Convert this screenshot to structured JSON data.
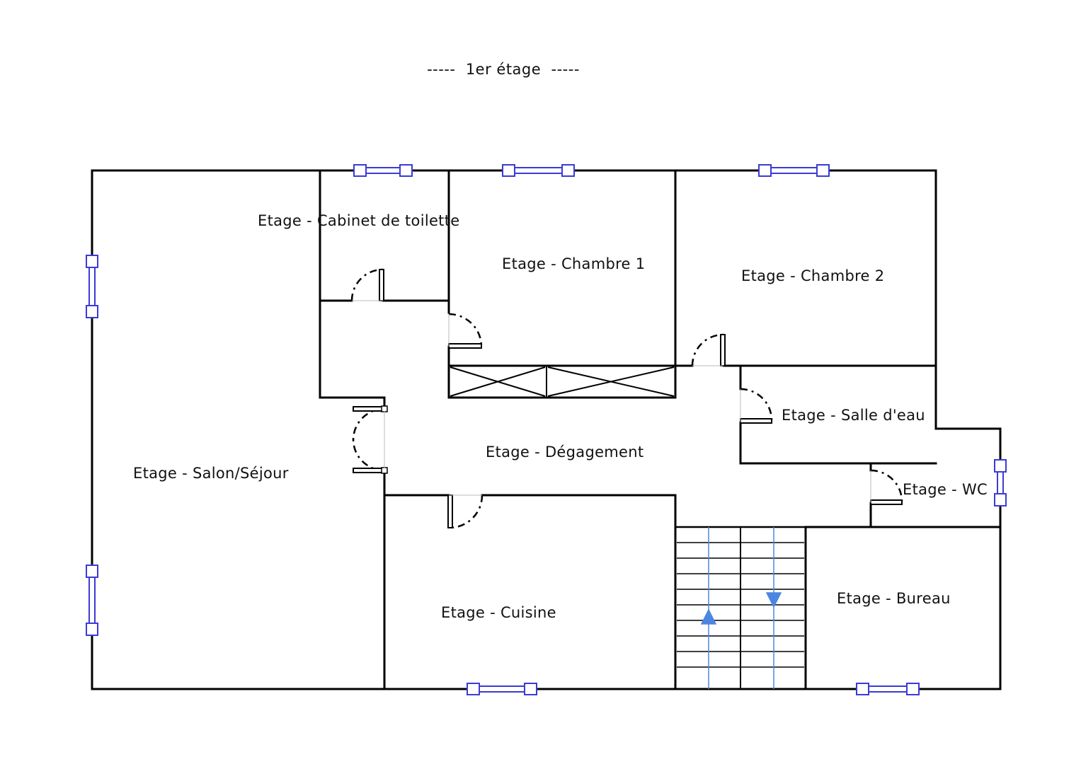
{
  "plan": {
    "title": "-----  1er étage  -----",
    "colors": {
      "wall": "#000000",
      "window": "#3b3bd6",
      "stair_arrow": "#4d86e0",
      "label": "#111111"
    },
    "rooms": [
      {
        "id": "cabinet",
        "label": "Etage - Cabinet de toilette"
      },
      {
        "id": "chambre1",
        "label": "Etage - Chambre 1"
      },
      {
        "id": "chambre2",
        "label": "Etage - Chambre 2"
      },
      {
        "id": "salle-eau",
        "label": "Etage - Salle d'eau"
      },
      {
        "id": "degagement",
        "label": "Etage - Dégagement"
      },
      {
        "id": "salon",
        "label": "Etage - Salon/Séjour"
      },
      {
        "id": "wc",
        "label": "Etage - WC"
      },
      {
        "id": "cuisine",
        "label": "Etage - Cuisine"
      },
      {
        "id": "bureau",
        "label": "Etage - Bureau"
      }
    ]
  }
}
